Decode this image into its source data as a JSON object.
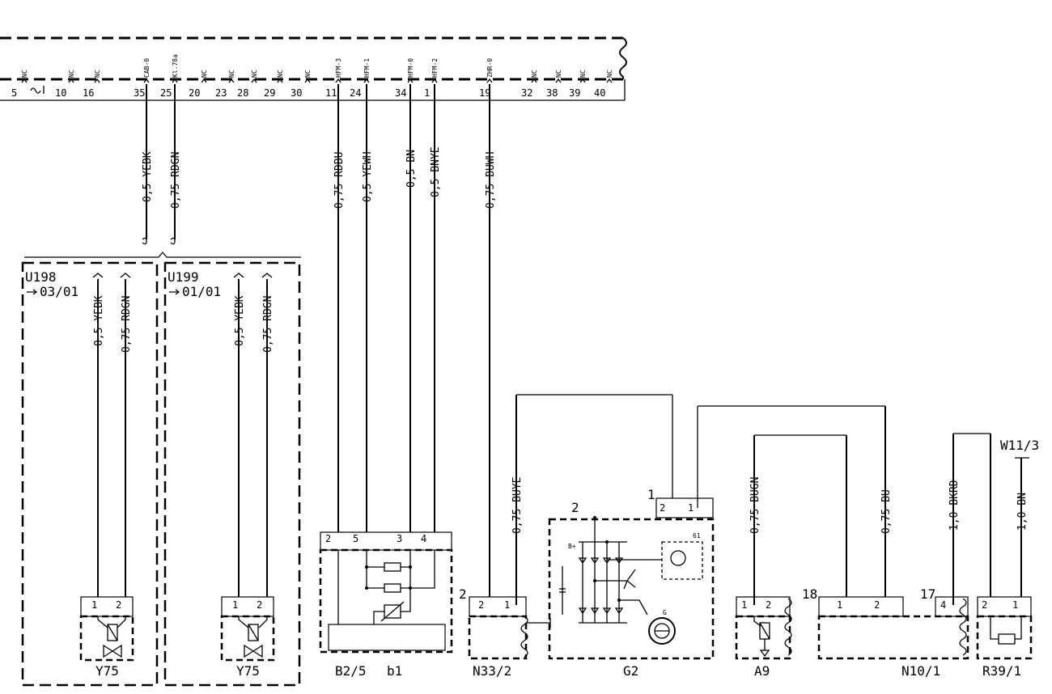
{
  "connector": {
    "pins": [
      {
        "num": "5",
        "tag": "NC"
      },
      {
        "num": "10",
        "tag": "NC"
      },
      {
        "num": "16",
        "tag": "NC"
      },
      {
        "num": "35",
        "tag": "CAB-0"
      },
      {
        "num": "25",
        "tag": "Kl.78a"
      },
      {
        "num": "20",
        "tag": "NC"
      },
      {
        "num": "23",
        "tag": "NC"
      },
      {
        "num": "28",
        "tag": "NC"
      },
      {
        "num": "29",
        "tag": "NC"
      },
      {
        "num": "30",
        "tag": "NC"
      },
      {
        "num": "11",
        "tag": "HFM-3"
      },
      {
        "num": "24",
        "tag": "HFM-1"
      },
      {
        "num": "34",
        "tag": "HFM-0"
      },
      {
        "num": "1",
        "tag": "HFM-2"
      },
      {
        "num": "19",
        "tag": "ZHR-0"
      },
      {
        "num": "32",
        "tag": "NC"
      },
      {
        "num": "38",
        "tag": "NC"
      },
      {
        "num": "39",
        "tag": "NC"
      },
      {
        "num": "40",
        "tag": "NC"
      }
    ]
  },
  "wires": {
    "w35": "0,5 YEBK",
    "w25": "0,75 RDGN",
    "w11": "0,75 RDBU",
    "w24": "0,5 YEWH",
    "w34": "0,5 BN",
    "w1": "0,5 BNYE",
    "w19": "0,75 BUWH",
    "u198_a": "0,5 YEBK",
    "u198_b": "0,75 RDGN",
    "u199_a": "0,5 YEBK",
    "u199_b": "0,75 RDGN",
    "n33": "0,75 BUYE",
    "a9": "0,75 BUGN",
    "n10": "0,75 BU",
    "n10_17": "1,0 BKRD",
    "w11_3": "1,0 BN"
  },
  "variants": {
    "u198": {
      "code": "U198",
      "ref": "03/01"
    },
    "u199": {
      "code": "U199",
      "ref": "01/01"
    }
  },
  "ground": "W11/3",
  "components": {
    "y75_left": {
      "label": "Y75",
      "pins": [
        "1",
        "2"
      ]
    },
    "y75_right": {
      "label": "Y75",
      "pins": [
        "1",
        "2"
      ]
    },
    "b2_5": {
      "label": "B2/5",
      "sub": "b1",
      "pins": [
        "2",
        "5",
        "3",
        "4"
      ]
    },
    "n33_2": {
      "label": "N33/2",
      "num": "2",
      "pins": [
        "2",
        "1"
      ]
    },
    "g2": {
      "label": "G2",
      "num": "2",
      "num1": "1",
      "pins": [
        "2",
        "1"
      ],
      "inner": "61",
      "gen": "G",
      "bplus": "B+"
    },
    "a9": {
      "label": "A9",
      "pins": [
        "1",
        "2"
      ]
    },
    "n10_1": {
      "label": "N10/1",
      "num18": "18",
      "num17": "17",
      "pins": [
        "1",
        "2",
        "4"
      ]
    },
    "r39_1": {
      "label": "R39/1",
      "pins": [
        "2",
        "1"
      ]
    }
  }
}
